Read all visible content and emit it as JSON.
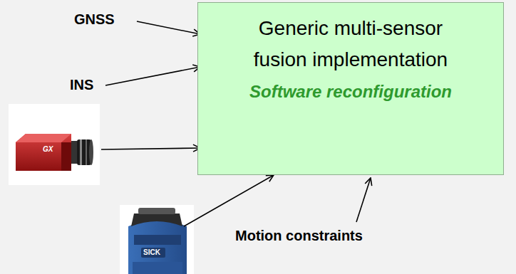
{
  "diagram": {
    "nodes": [
      {
        "text": [
          "Generic multi-sensor fusion implementation",
          "Software reconfiguration"
        ]
      }
    ],
    "labels": [
      "GNSS",
      "INS",
      "Motion constraints",
      "GX",
      "SICK"
    ]
  }
}
